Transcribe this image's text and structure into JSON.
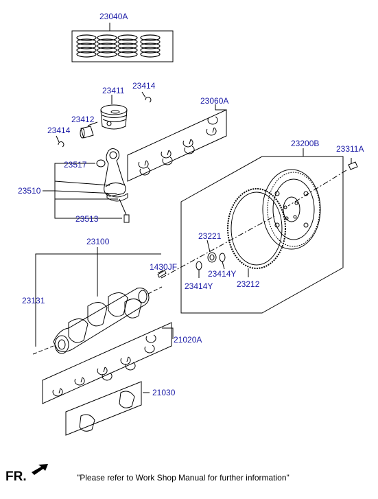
{
  "parts": {
    "p23040A": "23040A",
    "p23411": "23411",
    "p23414_top": "23414",
    "p23412": "23412",
    "p23414_left": "23414",
    "p23060A": "23060A",
    "p23517": "23517",
    "p23510": "23510",
    "p23513": "23513",
    "p23200B": "23200B",
    "p23311A": "23311A",
    "p23221": "23221",
    "p23414Y_right": "23414Y",
    "p23414Y_left": "23414Y",
    "p23212": "23212",
    "p23100": "23100",
    "p1430JF": "1430JF",
    "p23131": "23131",
    "p21020A": "21020A",
    "p21030": "21030"
  },
  "footer": {
    "fr_label": "FR.",
    "note": "\"Please refer to Work Shop Manual for further information\""
  },
  "colors": {
    "label": "#1a1aa6",
    "line": "#000000",
    "background": "#ffffff"
  }
}
